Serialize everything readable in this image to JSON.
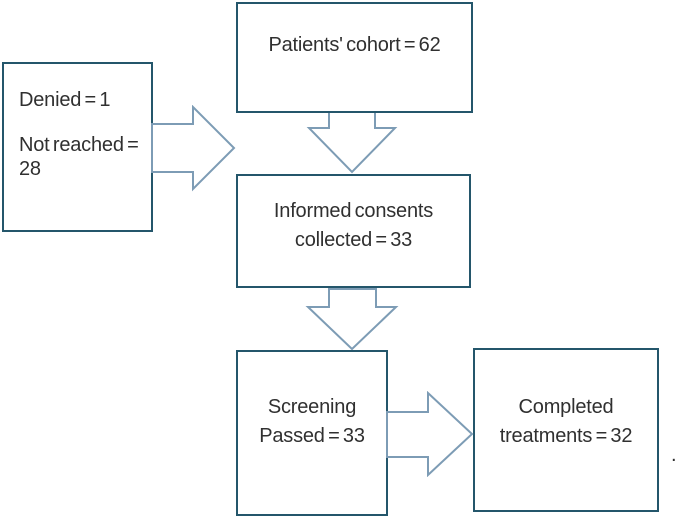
{
  "colors": {
    "box_border": "#24566b",
    "arrow_stroke": "#7d9cb5",
    "text": "#303030",
    "background": "#ffffff"
  },
  "flowchart": {
    "nodes": {
      "cohort": {
        "label": "Patients' cohort = 62"
      },
      "exclusions": {
        "paragraphs": [
          "Denied = 1",
          "Not reached = 28"
        ]
      },
      "consents": {
        "lines": [
          "Informed consents",
          "collected = 33"
        ]
      },
      "screening": {
        "lines": [
          "Screening",
          "Passed = 33"
        ]
      },
      "completed": {
        "lines": [
          "Completed",
          "treatments = 32"
        ]
      }
    },
    "connectors": [
      {
        "icon": "block-arrow-right-icon",
        "from": "exclusions",
        "to": "cohort-consents-junction"
      },
      {
        "icon": "block-arrow-down-icon",
        "from": "cohort",
        "to": "consents"
      },
      {
        "icon": "block-arrow-down-icon",
        "from": "consents",
        "to": "screening"
      },
      {
        "icon": "block-arrow-right-icon",
        "from": "screening",
        "to": "completed"
      }
    ],
    "trailing_period": "."
  }
}
